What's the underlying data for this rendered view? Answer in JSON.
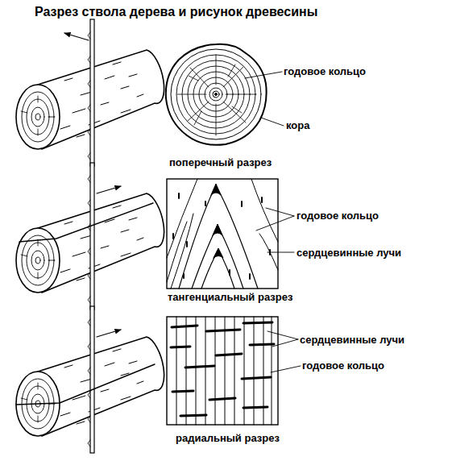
{
  "diagram": {
    "title": "Разрез ствола дерева и рисунок древесины",
    "labels": [
      "годовое кольцо",
      "кора",
      "поперечный разрез",
      "годовое кольцо",
      "сердцевинные лучи",
      "тангенциальный разрез",
      "сердцевинные лучи",
      "годовое кольцо",
      "радиальный разрез"
    ]
  }
}
